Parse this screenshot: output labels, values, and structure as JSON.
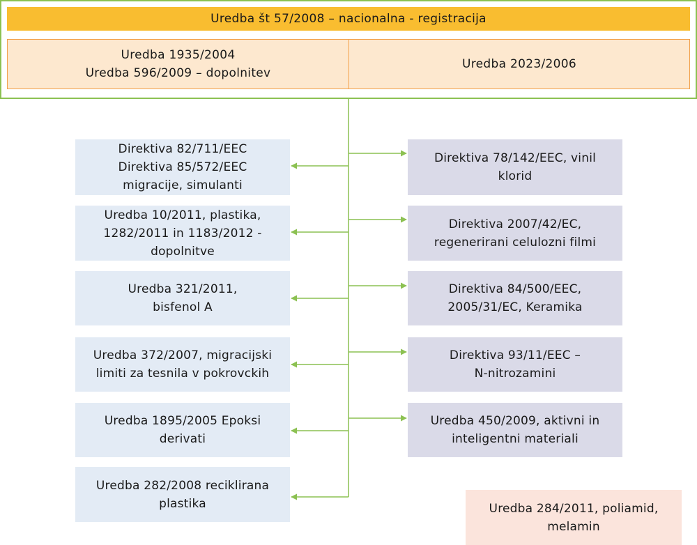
{
  "header": {
    "banner": "Uredba št 57/2008 –  nacionalna - registracija",
    "left_cell": [
      "Uredba 1935/2004",
      "Uredba 596/2009 –  dopolnitev"
    ],
    "right_cell": [
      "Uredba 2023/2006"
    ]
  },
  "left_boxes": [
    {
      "lines": [
        "Direktiva 82/711/EEC",
        "Direktiva 85/572/EEC",
        "migracije, simulanti"
      ]
    },
    {
      "lines": [
        "Uredba 10/2011, plastika,",
        "1282/2011 in 1183/2012 -",
        "dopolnitve"
      ]
    },
    {
      "lines": [
        "Uredba 321/2011,",
        "bisfenol A"
      ]
    },
    {
      "lines": [
        "Uredba 372/2007, migracijski",
        "limiti za tesnila v pokrovckih"
      ]
    },
    {
      "lines": [
        "Uredba 1895/2005 Epoksi",
        "derivati"
      ]
    },
    {
      "lines": [
        "Uredba 282/2008 reciklirana",
        "plastika"
      ]
    }
  ],
  "right_boxes": [
    {
      "lines": [
        "Direktiva 78/142/EEC, vinil",
        "klorid"
      ]
    },
    {
      "lines": [
        "Direktiva 2007/42/EC,",
        "regenerirani celulozni filmi"
      ]
    },
    {
      "lines": [
        "Direktiva 84/500/EEC,",
        "2005/31/EC, Keramika"
      ]
    },
    {
      "lines": [
        "Direktiva 93/11/EEC –",
        "N-nitrozamini"
      ]
    },
    {
      "lines": [
        "Uredba 450/2009, aktivni in",
        "inteligentni materiali"
      ]
    }
  ],
  "extra_box": {
    "lines": [
      "Uredba 284/2011, poliamid,",
      "melamin"
    ]
  },
  "colors": {
    "banner": "#f9bd30",
    "cell_fill": "#fde8cf",
    "cell_border": "#f2a04a",
    "frame": "#8cc152",
    "connector": "#8cc152",
    "left_box": "#e3ebf5",
    "right_box": "#dadae8",
    "extra_box": "#fbe4dc"
  }
}
